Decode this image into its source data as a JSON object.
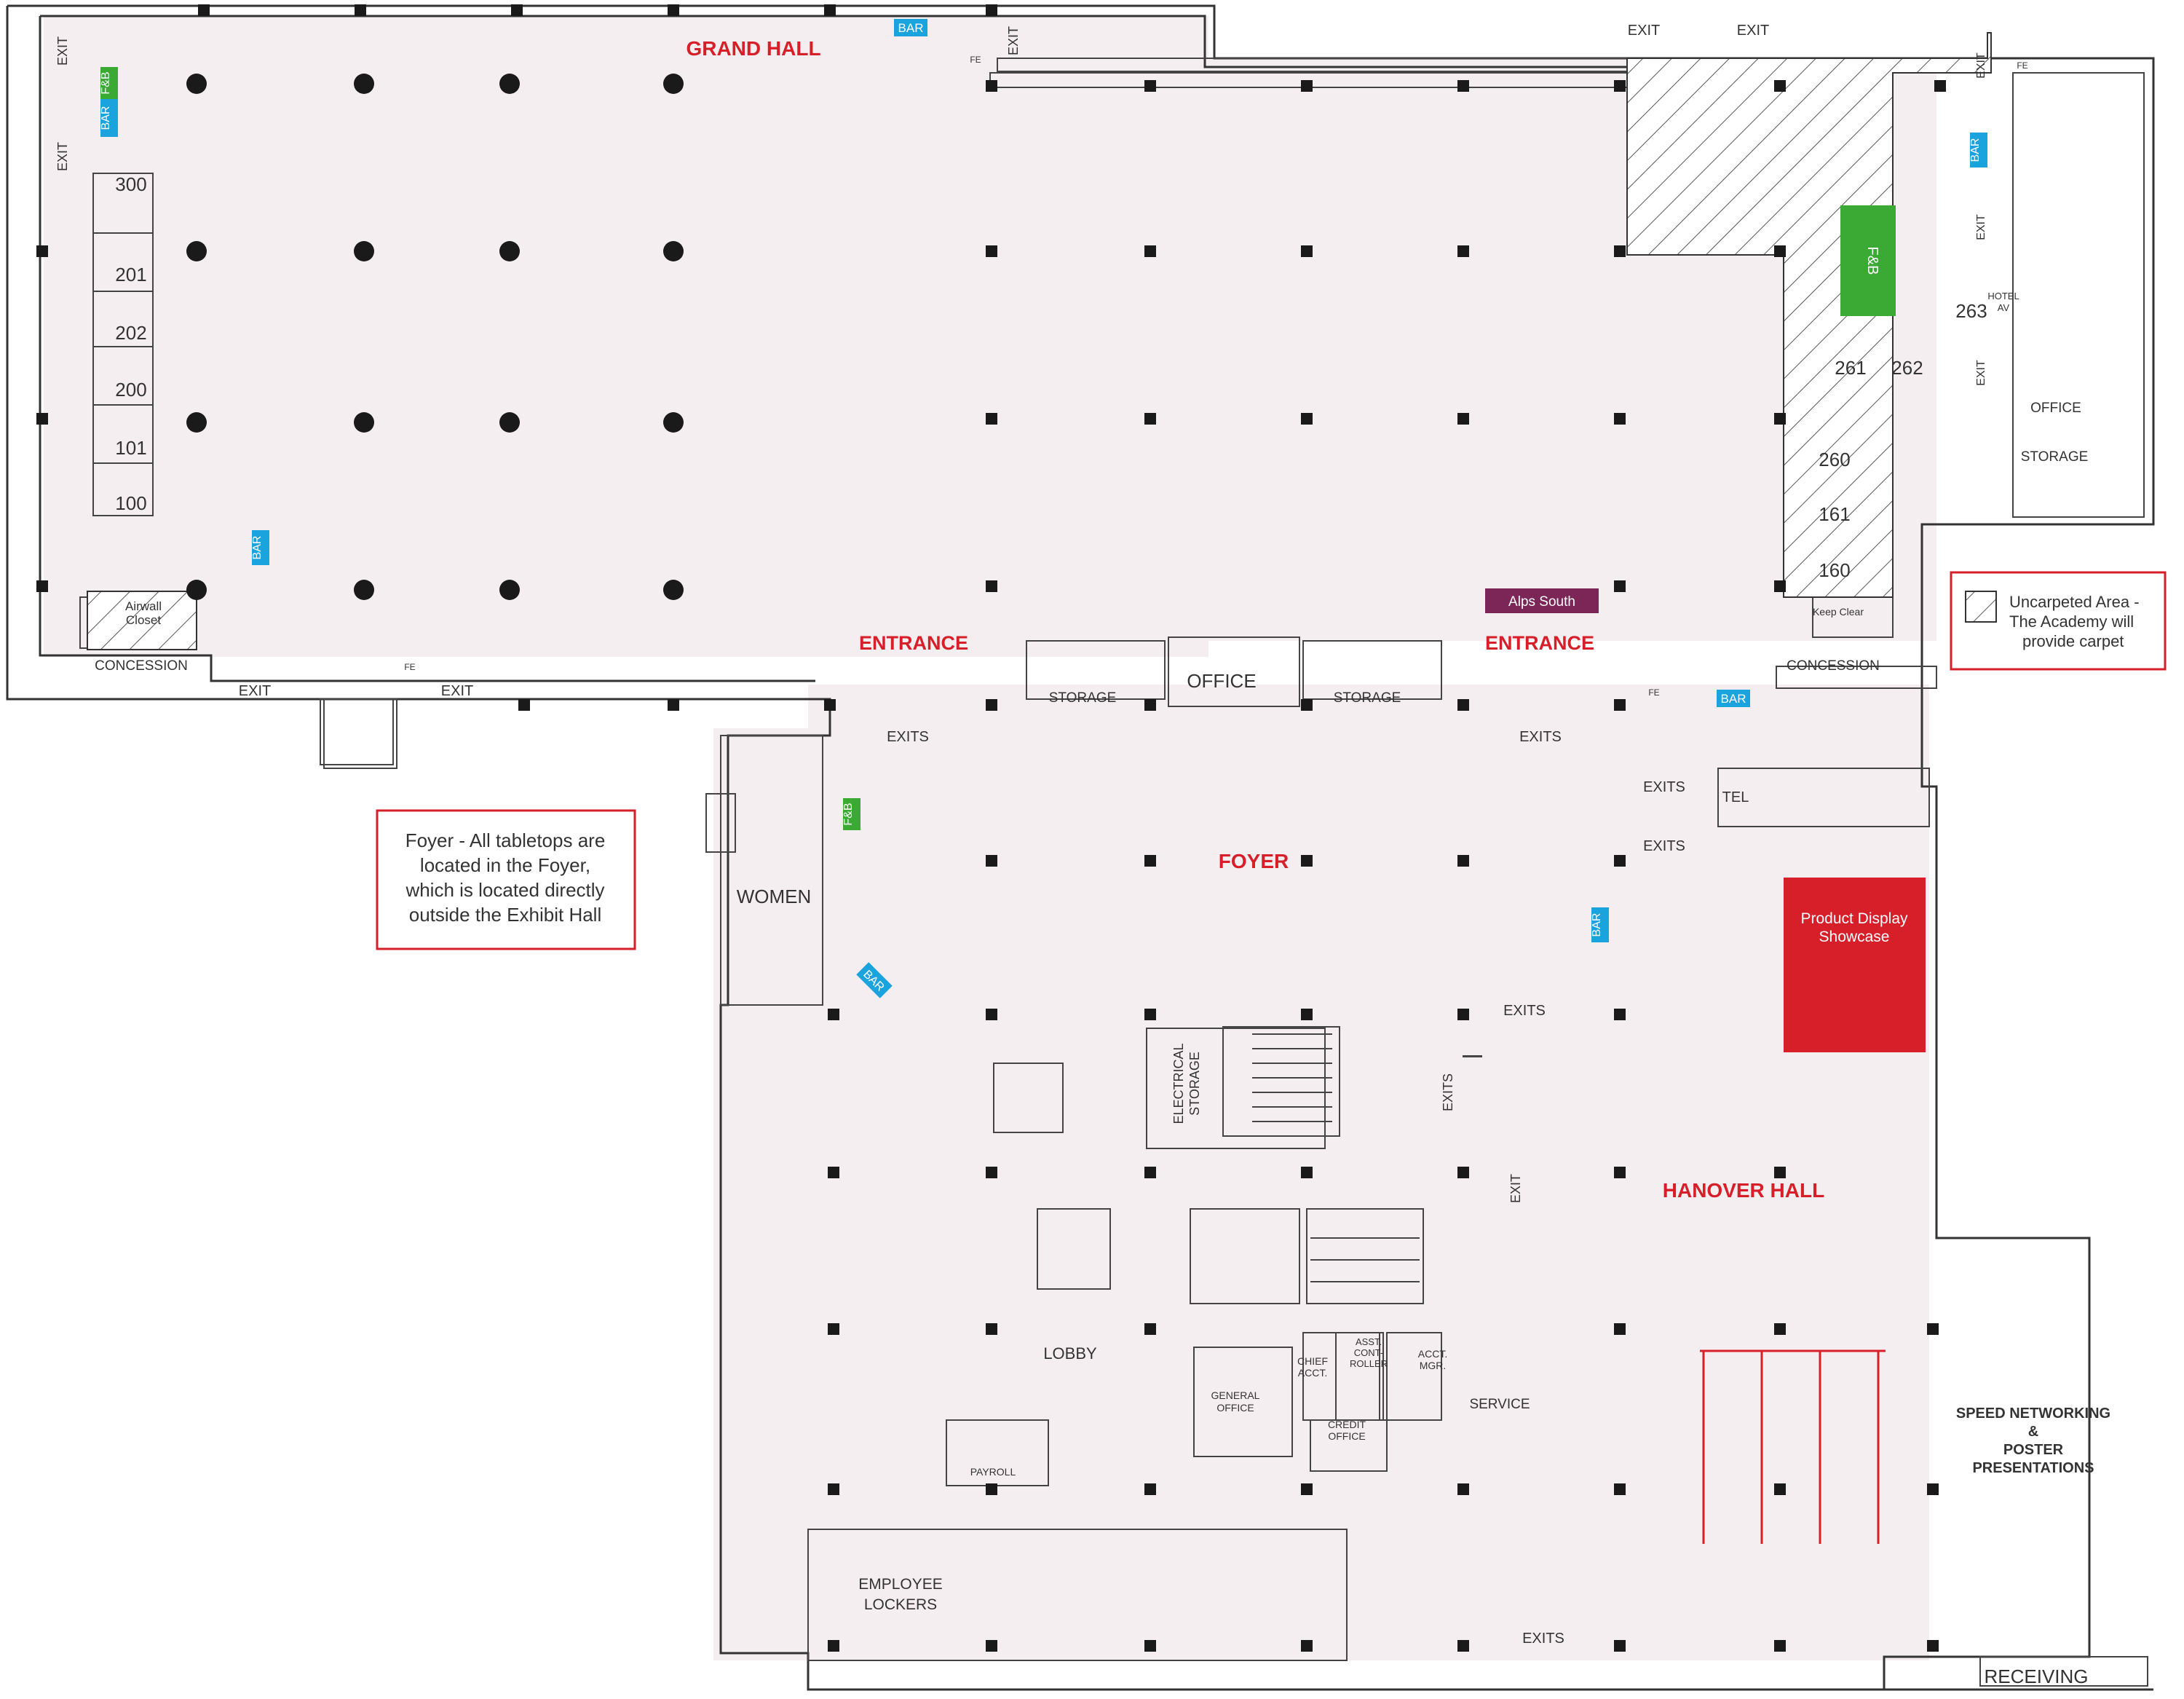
{
  "halls": {
    "grand_hall": "GRAND HALL",
    "foyer": "FOYER",
    "hanover_hall": "HANOVER HALL",
    "entrance_left": "ENTRANCE",
    "entrance_right": "ENTRANCE"
  },
  "rooms": {
    "office": "OFFICE",
    "storage_left": "STORAGE",
    "storage_right": "STORAGE",
    "women": "WOMEN",
    "lobby": "LOBBY",
    "electrical": "ELECTRICAL",
    "storage_vert": "STORAGE",
    "general_office_1": "GENERAL",
    "general_office_2": "OFFICE",
    "chief_acct_1": "CHIEF",
    "chief_acct_2": "ACCT.",
    "asst_1": "ASST.",
    "asst_2": "CONT-",
    "asst_3": "ROLLER",
    "acct_mgr_1": "ACCT.",
    "acct_mgr_2": "MGR.",
    "credit_1": "CREDIT",
    "credit_2": "OFFICE",
    "service": "SERVICE",
    "payroll": "PAYROLL",
    "employee_1": "EMPLOYEE",
    "employee_2": "LOCKERS",
    "receiving": "RECEIVING",
    "tel": "TEL",
    "hotel_av_1": "HOTEL",
    "hotel_av_2": "AV",
    "office_right": "OFFICE",
    "storage_right2": "STORAGE",
    "concession_left": "CONCESSION",
    "concession_right": "CONCESSION",
    "airwall_1": "Airwall",
    "airwall_2": "Closet",
    "keep_clear": "Keep Clear",
    "fe": "FE"
  },
  "exits": {
    "exit": "EXIT",
    "exits": "EXITS"
  },
  "booths_left": [
    "300",
    "201",
    "202",
    "200",
    "101",
    "100"
  ],
  "booths_right": [
    "263",
    "261",
    "262",
    "260",
    "161",
    "160"
  ],
  "badges": {
    "bar": "BAR",
    "fb": "F&B",
    "alps_south": "Alps South",
    "product_display_1": "Product Display",
    "product_display_2": "Showcase"
  },
  "speed_networking": [
    "SPEED NETWORKING",
    "&",
    "POSTER",
    "PRESENTATIONS"
  ],
  "notes": {
    "foyer_note": [
      "Foyer - All tabletops are",
      "located in the Foyer,",
      "which is located directly",
      "outside the Exhibit Hall"
    ],
    "legend": [
      "Uncarpeted Area -",
      "The Academy will",
      "provide carpet"
    ]
  },
  "colors": {
    "bar_blue": "#1aa3dd",
    "fb_green": "#3aaa35",
    "accent_red": "#d71f2a",
    "alps_purple": "#7b2656",
    "floor_pink": "#f4eef0"
  }
}
